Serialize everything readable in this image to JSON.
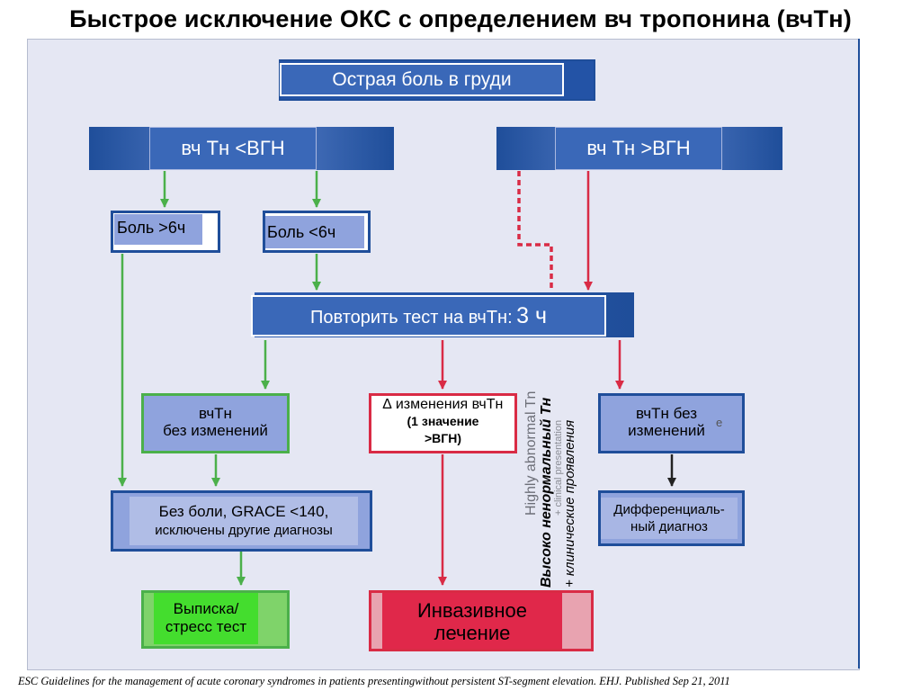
{
  "slide": {
    "title": "Быстрое исключение ОКС с определением вч тропонина (вчТн)",
    "footer": "ESC Guidelines for the management of acute coronary syndromes in patients presentingwithout persistent ST-segment elevation. EHJ. Published Sep 21, 2011"
  },
  "flowchart": {
    "chest_pain": "Острая боль в груди",
    "tn_low": "вч Тн <ВГН",
    "tn_high": "вч Тн >ВГН",
    "pain_over_6h": "Боль >6ч",
    "pain_under_6h": "Боль <6ч",
    "repeat_test": "Повторить тест на вчТн:",
    "repeat_time": "3 ч",
    "no_change_left_line1": "вчТн",
    "no_change_left_line2": "без изменений",
    "delta_line1": "∆ изменения вчТн",
    "delta_line2": "(1 значение",
    "delta_line3": ">ВГН)",
    "no_change_right_line1": "вчТн без",
    "no_change_right_line2": "изменений",
    "no_change_right_ghost": "e",
    "no_pain_grace_line1": "Без боли, GRACE <140,",
    "no_pain_grace_line2": "исключены другие диагнозы",
    "diff_diag_line1": "Дифференциаль-",
    "diff_diag_line2": "ный диагноз",
    "discharge_line1": "Выписка/",
    "discharge_line2": "стресс тест",
    "invasive_line1": "Инвазивное",
    "invasive_line2": "лечение",
    "vertical_ghost_line1": "Highly abnormal Tn",
    "vertical_ghost_line2": "+ clinical presentation",
    "vertical_main": "Высоко ненормальный Тн",
    "vertical_sub": "+ клинические проявления"
  },
  "colors": {
    "blue_dark": "#1f4e9a",
    "blue_fill": "#3a68b8",
    "lavender": "#8fa3dd",
    "green": "#4bb04a",
    "red": "#d92b45",
    "panel": "#e5e7f3"
  }
}
